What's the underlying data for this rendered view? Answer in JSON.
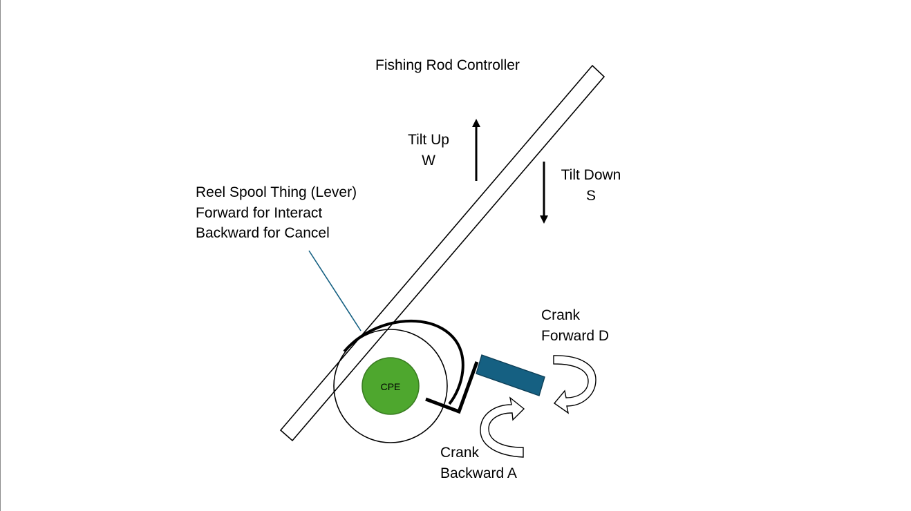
{
  "title": "Fishing Rod Controller",
  "tilt_up": {
    "line1": "Tilt Up",
    "line2": "W"
  },
  "tilt_down": {
    "line1": "Tilt Down",
    "line2": "S"
  },
  "reel_spool": {
    "line1": "Reel Spool Thing (Lever)",
    "line2": "Forward for Interact",
    "line3": "Backward for Cancel"
  },
  "crank_forward": {
    "line1": "Crank",
    "line2": "Forward D"
  },
  "crank_backward": {
    "line1": "Crank",
    "line2": "Backward A"
  },
  "cpe_label": "CPE",
  "colors": {
    "cpe_fill": "#4ea72e",
    "cpe_stroke": "#3a7d22",
    "crank_handle": "#156082",
    "callout_line": "#156082",
    "outline": "#000000"
  }
}
